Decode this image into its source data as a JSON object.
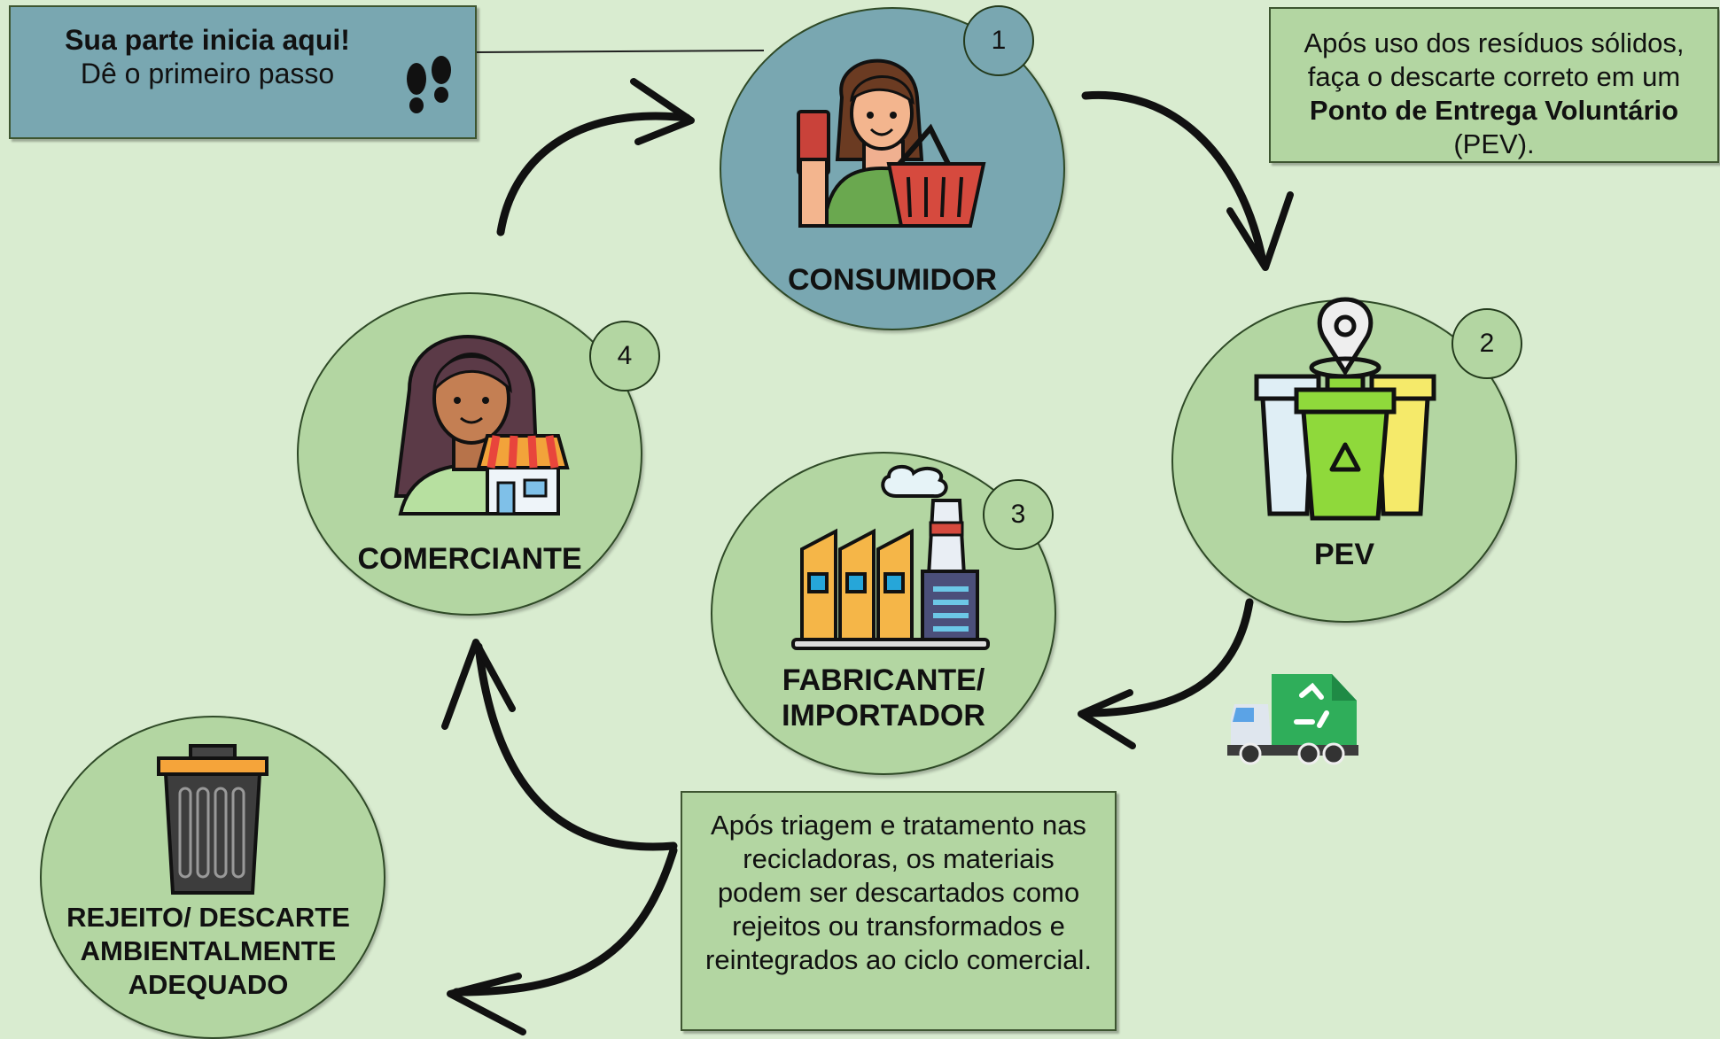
{
  "start_box": {
    "title": "Sua parte inicia aqui!",
    "subtitle": "Dê o primeiro passo"
  },
  "info_pev": {
    "line1": "Após uso dos resíduos sólidos,",
    "line2": "faça o descarte correto em um",
    "line3_bold": "Ponto de Entrega Voluntário",
    "line4": "(PEV)."
  },
  "info_recycle": {
    "line1": "Após triagem e tratamento nas",
    "line2": "recicladoras, os materiais",
    "line3": "podem ser descartados como",
    "line4": "rejeitos ou transformados e",
    "line5": "reintegrados ao ciclo comercial."
  },
  "steps": [
    {
      "number": "1",
      "label": "CONSUMIDOR"
    },
    {
      "number": "2",
      "label": "PEV"
    },
    {
      "number": "3",
      "label_line1": "FABRICANTE/",
      "label_line2": "IMPORTADOR"
    },
    {
      "number": "4",
      "label": "COMERCIANTE"
    }
  ],
  "reject": {
    "line1": "REJEITO/ DESCARTE",
    "line2": "AMBIENTALMENTE",
    "line3": "ADEQUADO"
  },
  "icons": [
    "footprints-icon",
    "consumer-shopping-icon",
    "recycling-bins-location-icon",
    "factory-icon",
    "shopkeeper-store-icon",
    "recycling-truck-icon",
    "trash-can-icon"
  ],
  "colors": {
    "background": "#d9ecd0",
    "green_fill": "#b3d6a2",
    "blue_fill": "#79a7b1",
    "arrow": "#111111"
  }
}
